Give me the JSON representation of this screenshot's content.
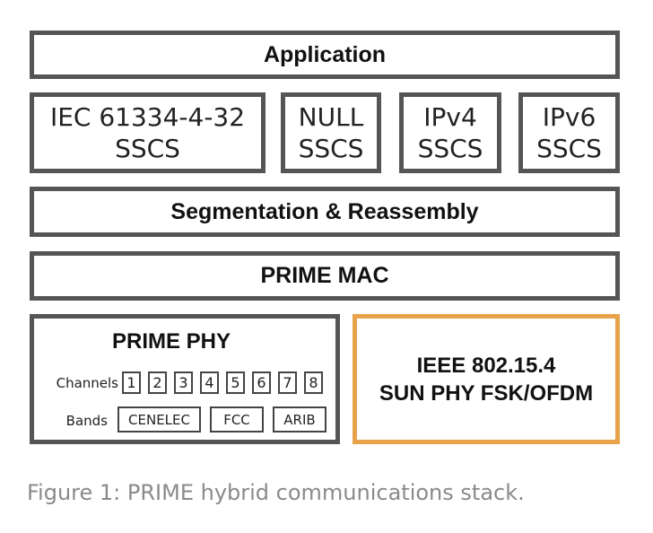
{
  "application": {
    "label": "Application"
  },
  "sscs": [
    {
      "line1": "IEC 61334-4-32",
      "line2": "SSCS"
    },
    {
      "line1": "NULL",
      "line2": "SSCS"
    },
    {
      "line1": "IPv4",
      "line2": "SSCS"
    },
    {
      "line1": "IPv6",
      "line2": "SSCS"
    }
  ],
  "segmentation": {
    "label": "Segmentation & Reassembly"
  },
  "mac": {
    "label": "PRIME MAC"
  },
  "phy": {
    "title": "PRIME PHY",
    "channels_label": "Channels",
    "channels": [
      "1",
      "2",
      "3",
      "4",
      "5",
      "6",
      "7",
      "8"
    ],
    "bands_label": "Bands",
    "bands": [
      "CENELEC",
      "FCC",
      "ARIB"
    ]
  },
  "sun_phy": {
    "line1": "IEEE 802.15.4",
    "line2": "SUN PHY FSK/OFDM"
  },
  "caption": "Figure 1: PRIME hybrid communications stack.",
  "colors": {
    "box_border": "#555555",
    "sun_border": "#e8a24a",
    "caption_text": "#8a8a8a"
  }
}
